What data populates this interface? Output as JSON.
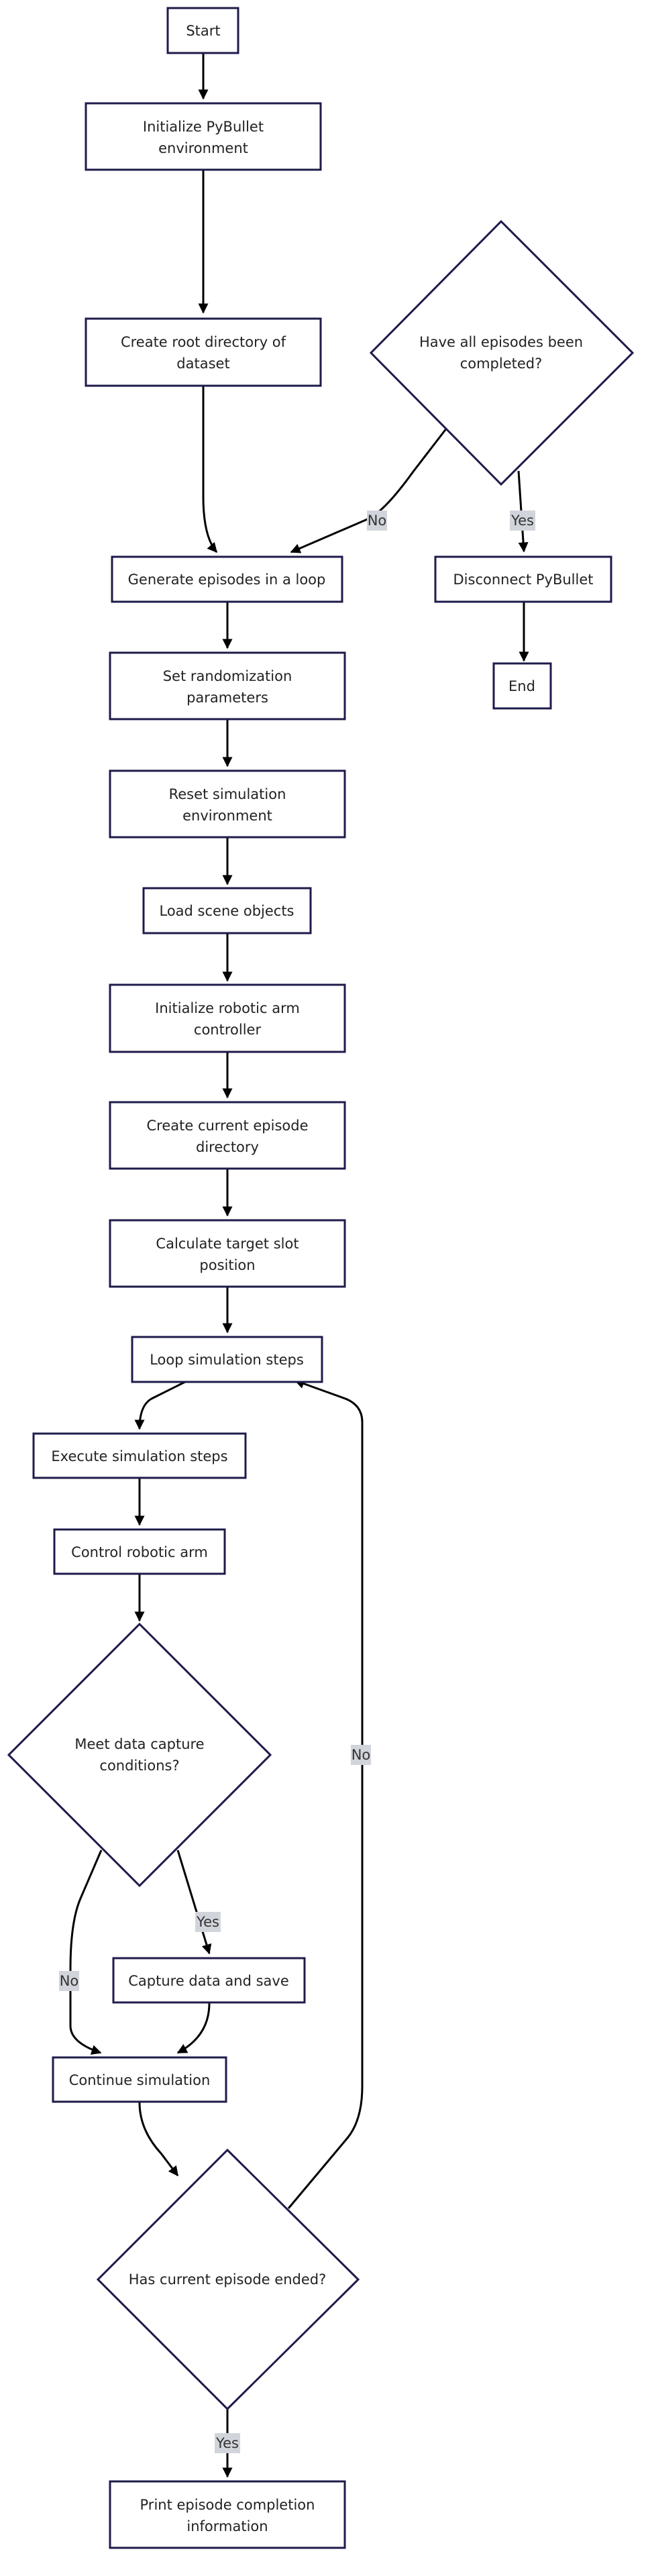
{
  "nodes": {
    "start": "Start",
    "init_l1": "Initialize PyBullet",
    "init_l2": "environment",
    "root_l1": "Create root directory of",
    "root_l2": "dataset",
    "all_ep_l1": "Have all episodes been",
    "all_ep_l2": "completed?",
    "gen": "Generate episodes in a loop",
    "disconnect": "Disconnect PyBullet",
    "end": "End",
    "rand_l1": "Set randomization",
    "rand_l2": "parameters",
    "reset_l1": "Reset simulation",
    "reset_l2": "environment",
    "load": "Load scene objects",
    "arm_l1": "Initialize robotic arm",
    "arm_l2": "controller",
    "epdir_l1": "Create current episode",
    "epdir_l2": "directory",
    "target_l1": "Calculate target slot",
    "target_l2": "position",
    "loop_steps": "Loop simulation steps",
    "exec_steps": "Execute simulation steps",
    "control_arm": "Control robotic arm",
    "capture_q_l1": "Meet data capture",
    "capture_q_l2": "conditions?",
    "capture": "Capture data and save",
    "continue": "Continue simulation",
    "ended_q": "Has current episode ended?",
    "print_l1": "Print episode completion",
    "print_l2": "information"
  },
  "edge_labels": {
    "all_no": "No",
    "all_yes": "Yes",
    "capture_no": "No",
    "capture_yes": "Yes",
    "ended_no": "No",
    "ended_yes": "Yes"
  }
}
